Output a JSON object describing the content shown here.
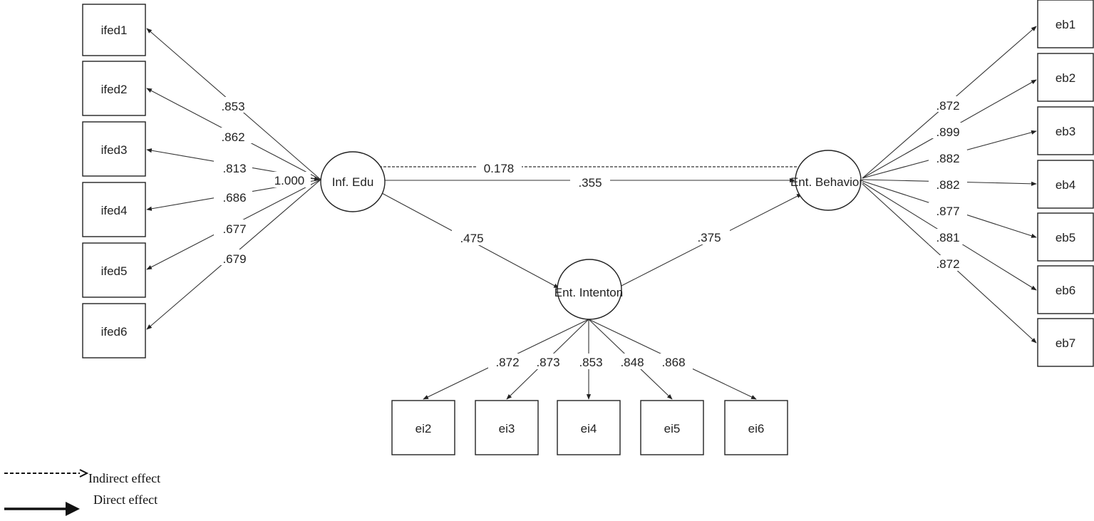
{
  "latents": {
    "inf_edu": "Inf. Edu",
    "ent_behavior": "Ent. Behavior",
    "ent_intention": "Ent. Intenton"
  },
  "indicators": {
    "ifed": [
      "ifed1",
      "ifed2",
      "ifed3",
      "ifed4",
      "ifed5",
      "ifed6"
    ],
    "eb": [
      "eb1",
      "eb2",
      "eb3",
      "eb4",
      "eb5",
      "eb6",
      "eb7"
    ],
    "ei": [
      "ei2",
      "ei3",
      "ei4",
      "ei5",
      "ei6"
    ]
  },
  "loadings": {
    "ifed": [
      ".853",
      ".862",
      ".813",
      ".686",
      ".677",
      ".679"
    ],
    "eb": [
      ".872",
      ".899",
      ".882",
      ".882",
      ".877",
      ".881",
      ".872"
    ],
    "ei": [
      ".872",
      ".873",
      ".853",
      ".848",
      ".868"
    ]
  },
  "structural": {
    "fixed": "1.000",
    "indirect": "0.178",
    "direct_edu_behavior": ".355",
    "edu_intention": ".475",
    "intention_behavior": ".375"
  },
  "legend": {
    "indirect": "Indirect effect",
    "direct": "Direct effect"
  }
}
